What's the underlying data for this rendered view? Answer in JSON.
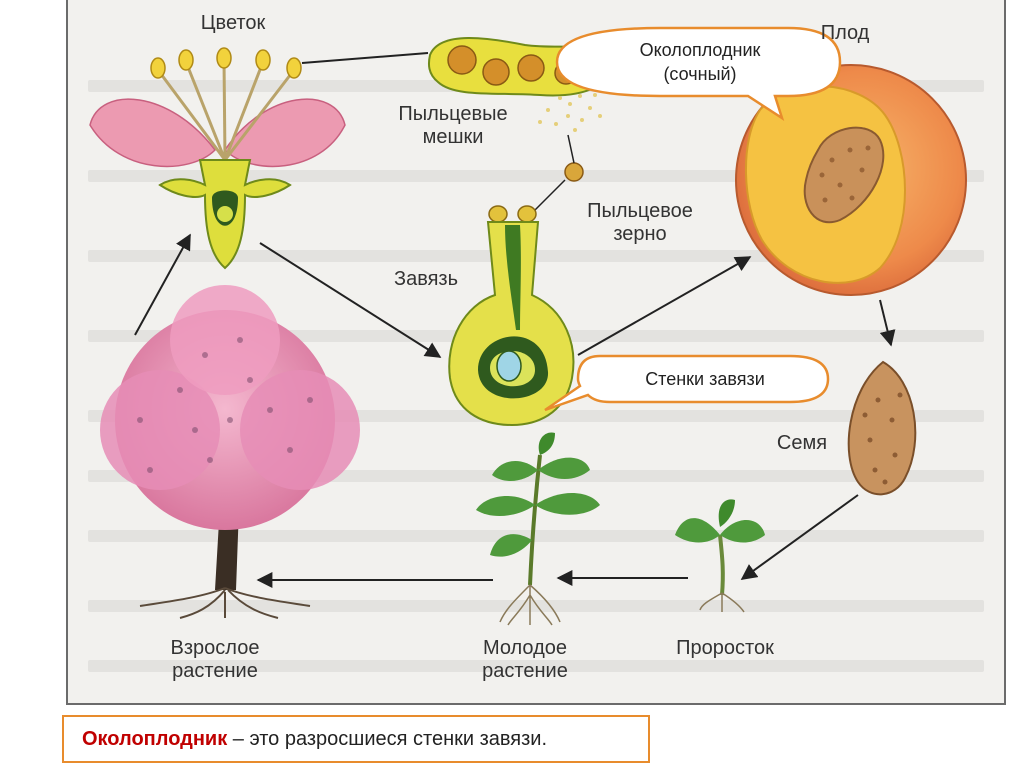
{
  "labels": {
    "flower": "Цветок",
    "pollen_sacs": "Пыльцевые\nмешки",
    "pollen_grain": "Пыльцевое\nзерно",
    "ovary": "Завязь",
    "fruit": "Плод",
    "seed": "Семя",
    "sprout": "Проросток",
    "young_plant": "Молодое\nрастение",
    "adult_plant": "Взрослое\nрастение"
  },
  "callouts": {
    "pericarp": "Околоплодник\n(сочный)",
    "ovary_walls": "Стенки завязи"
  },
  "note": {
    "term": "Околоплодник",
    "rest": " – это разросшиеся стенки завязи."
  },
  "colors": {
    "callout_border": "#e88c2d",
    "note_term": "#c00000",
    "petal": "#e98fa8",
    "ovary_fill": "#e6e04a",
    "fruit_flesh": "#f5c242",
    "seed": "#c9915a",
    "leaf": "#4f9a3c",
    "blossom": "#e78bb3"
  }
}
